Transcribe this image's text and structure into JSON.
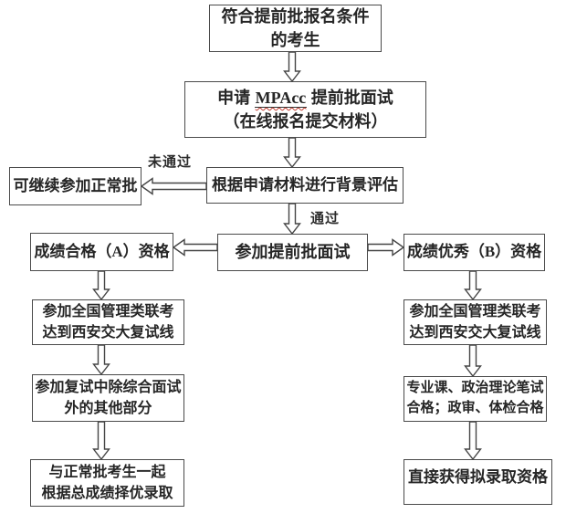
{
  "nodes": {
    "eligible": {
      "text": "符合提前批报名条件\n的考生"
    },
    "apply": {
      "prefix": "申请 ",
      "highlight": "MPAcc",
      "suffix": " 提前批面试",
      "line2": "（在线报名提交材料）"
    },
    "normal_batch": {
      "text": "可继续参加正常批"
    },
    "evaluation": {
      "text": "根据申请材料进行背景评估"
    },
    "interview": {
      "text": "参加提前批面试"
    },
    "grade_a": {
      "text": "成绩合格（A）资格"
    },
    "grade_b": {
      "text": "成绩优秀（B）资格"
    },
    "a_exam": {
      "text": "参加全国管理类联考\n达到西安交大复试线"
    },
    "b_exam": {
      "text": "参加全国管理类联考\n达到西安交大复试线"
    },
    "a_retest": {
      "text": "参加复试中除综合面试\n外的其他部分"
    },
    "b_qualify": {
      "text": "专业课、政治理论笔试\n合格；政审、体检合格"
    },
    "a_admit": {
      "text": "与正常批考生一起\n根据总成绩择优录取"
    },
    "b_admit": {
      "text": "直接获得拟录取资格"
    }
  },
  "edge_labels": {
    "fail": "未通过",
    "pass": "通过"
  },
  "colors": {
    "box_border": "#4a4a4a",
    "text": "#262626",
    "background": "#ffffff",
    "spellcheck_underline": "#c23b2e"
  }
}
